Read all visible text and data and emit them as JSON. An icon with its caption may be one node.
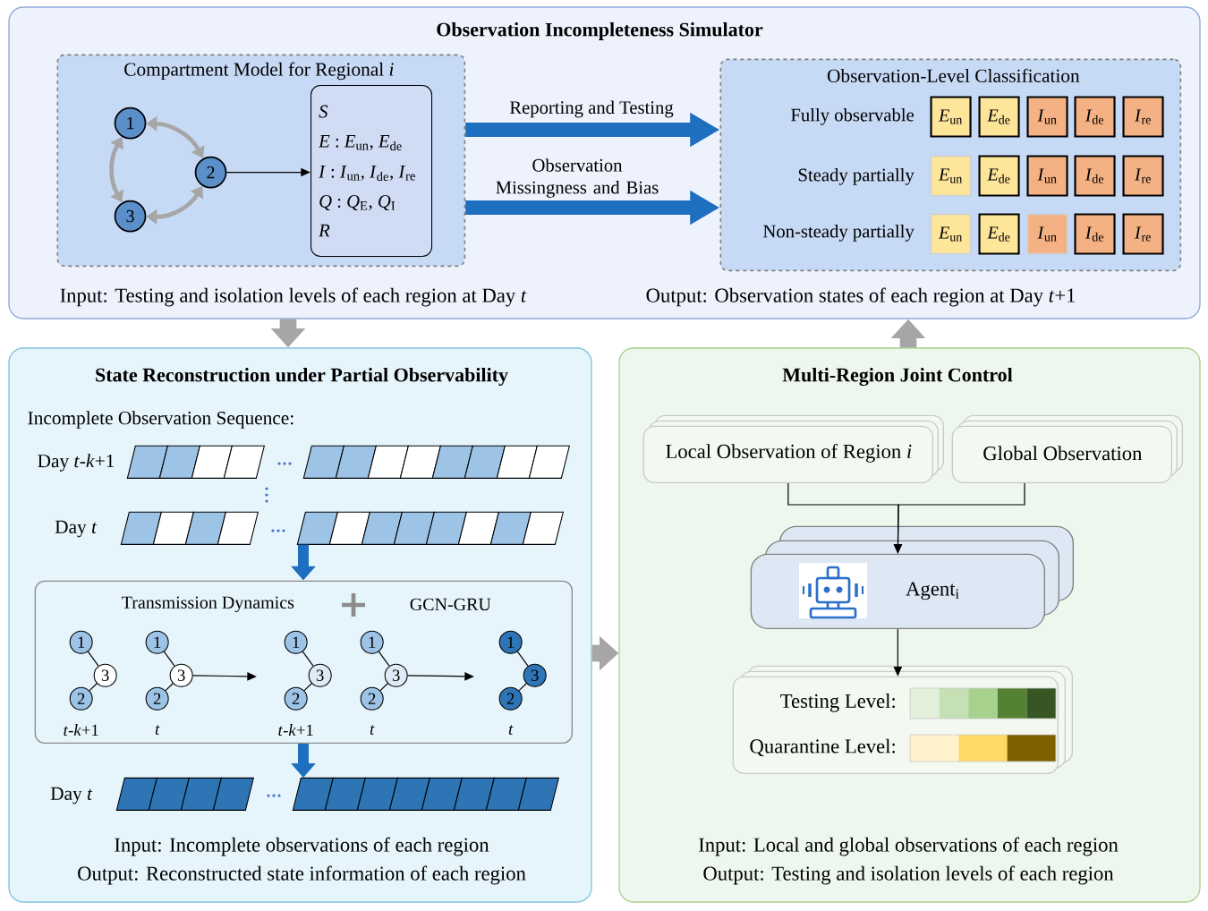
{
  "diagram": {
    "nodes": [
      {
        "text": [
          "Observation Incompleteness Simulator",
          "Input: Testing and isolation levels of each region at Day *t*",
          "Output: Observation states of each region at Day *t*+1"
        ]
      },
      {
        "text": [
          "Compartment Model for Regional *i*"
        ],
        "in": 0
      },
      {
        "text": [
          "1"
        ],
        "in": 1
      },
      {
        "text": [
          "2"
        ],
        "in": 1
      },
      {
        "text": [
          "3"
        ],
        "in": 1
      },
      {
        "text": [
          "S",
          "*E* : *E*$_{un}$, *E*$_{de}$",
          "*I* : *I*$_{un}$, *I*$_{de}$, *I*$_{re}$",
          "*Q* : *Q*$_{E}$, *Q*$_{I}$",
          "R"
        ],
        "in": 1
      },
      {
        "text": [
          "Observation-Level Classification",
          "Fully observable",
          "Steady partially",
          "Non-steady partially"
        ],
        "in": 0
      },
      {
        "text": [
          "*E*$_{un}$"
        ],
        "in": 6
      },
      {
        "text": [
          "*E*$_{de}$"
        ],
        "in": 6
      },
      {
        "text": [
          "*I*$_{un}$"
        ],
        "in": 6
      },
      {
        "text": [
          "*I*$_{de}$"
        ],
        "in": 6
      },
      {
        "text": [
          "*I*$_{re}$"
        ],
        "in": 6
      },
      {
        "text": [
          "*E*$_{un}$"
        ],
        "in": 6
      },
      {
        "text": [
          "*E*$_{de}$"
        ],
        "in": 6
      },
      {
        "text": [
          "*I*$_{un}$"
        ],
        "in": 6
      },
      {
        "text": [
          "*I*$_{de}$"
        ],
        "in": 6
      },
      {
        "text": [
          "*I*$_{re}$"
        ],
        "in": 6
      },
      {
        "text": [
          "*E*$_{un}$"
        ],
        "in": 6
      },
      {
        "text": [
          "*E*$_{de}$"
        ],
        "in": 6
      },
      {
        "text": [
          "*I*$_{un}$"
        ],
        "in": 6
      },
      {
        "text": [
          "*I*$_{de}$"
        ],
        "in": 6
      },
      {
        "text": [
          "*I*$_{re}$"
        ],
        "in": 6
      },
      {
        "text": [
          "State Reconstruction under Partial Observability",
          "Incomplete Observation Sequence:",
          "Input: Incomplete observations of each region",
          "Output: Reconstructed state information of each region"
        ]
      },
      {
        "text": [
          "Transmission Dynamics",
          "GCN-GRU"
        ],
        "in": 22
      },
      {
        "text": [
          "1"
        ],
        "in": 23
      },
      {
        "text": [
          "3"
        ],
        "in": 23
      },
      {
        "text": [
          "2"
        ],
        "in": 23,
        "beside": [
          "*t*-*k*+1"
        ]
      },
      {
        "text": [
          "1"
        ],
        "in": 23
      },
      {
        "text": [
          "3"
        ],
        "in": 23
      },
      {
        "text": [
          "2"
        ],
        "in": 23,
        "beside": [
          "t"
        ]
      },
      {
        "text": [
          "1"
        ],
        "in": 23
      },
      {
        "text": [
          "3"
        ],
        "in": 23
      },
      {
        "text": [
          "2"
        ],
        "in": 23,
        "beside": [
          "*t*-*k*+1"
        ]
      },
      {
        "text": [
          "1"
        ],
        "in": 23
      },
      {
        "text": [
          "3"
        ],
        "in": 23
      },
      {
        "text": [
          "2"
        ],
        "in": 23,
        "beside": [
          "t"
        ]
      },
      {
        "text": [
          "1"
        ],
        "in": 23
      },
      {
        "text": [
          "3"
        ],
        "in": 23
      },
      {
        "text": [
          "2"
        ],
        "in": 23,
        "beside": [
          "t"
        ]
      },
      {
        "text": [
          "Multi-Region Joint Control",
          "Input: Local and global observations of each region",
          "Output: Testing and isolation levels of each region"
        ]
      },
      {
        "text": [
          "Local Observation of Region *i*"
        ],
        "in": 39
      },
      {
        "text": [
          "Global Observation"
        ],
        "in": 39
      },
      {
        "text": [
          "Agent$_{i}$"
        ],
        "in": 39
      },
      {
        "text": [
          "Testing Level:",
          "Quarantine Level:"
        ],
        "in": 39
      },
      {
        "text": [],
        "shape": "bar",
        "in": 22
      },
      {
        "text": [],
        "shape": "bar",
        "in": 22
      },
      {
        "text": [],
        "shape": "bar",
        "in": 22
      },
      {
        "text": [],
        "shape": "bar",
        "in": 22
      },
      {
        "text": [],
        "shape": "bar",
        "in": 22
      },
      {
        "text": [],
        "shape": "bar",
        "in": 22
      }
    ],
    "edges": [
      {
        "from": 2,
        "to": 3,
        "arrow": "both",
        "style": "thick",
        "color": "#a6a6a6"
      },
      {
        "from": 3,
        "to": 4,
        "arrow": "both",
        "style": "thick",
        "color": "#a6a6a6"
      },
      {
        "from": 4,
        "to": 2,
        "arrow": "both",
        "style": "thick",
        "color": "#a6a6a6"
      },
      {
        "from": 3,
        "to": 5,
        "arrow": "to"
      },
      {
        "from": 1,
        "to": 6,
        "arrow": "to",
        "label": "Reporting and Testing",
        "style": "thick",
        "color": "#1f6fc0"
      },
      {
        "from": 1,
        "to": 6,
        "arrow": "to",
        "label": "Observation Missingness and Bias",
        "style": "thick",
        "color": "#1f6fc0"
      },
      {
        "from": 0,
        "to": 22,
        "arrow": "to",
        "style": "thick",
        "color": "#a6a6a6"
      },
      {
        "from": 22,
        "to": 39,
        "arrow": "to",
        "style": "thick",
        "color": "#a6a6a6"
      },
      {
        "from": 39,
        "to": 0,
        "arrow": "to",
        "style": "thick",
        "color": "#a6a6a6"
      },
      {
        "from": 47,
        "to": 23,
        "arrow": "to",
        "style": "thick",
        "color": "#1f6fc0"
      },
      {
        "from": 23,
        "to": 49,
        "arrow": "to",
        "style": "thick",
        "color": "#1f6fc0"
      },
      {
        "from": 24,
        "to": 25,
        "arrow": "none"
      },
      {
        "from": 26,
        "to": 25,
        "arrow": "none"
      },
      {
        "from": 27,
        "to": 28,
        "arrow": "none"
      },
      {
        "from": 29,
        "to": 28,
        "arrow": "none"
      },
      {
        "from": 30,
        "to": 31,
        "arrow": "none"
      },
      {
        "from": 32,
        "to": 31,
        "arrow": "none"
      },
      {
        "from": 33,
        "to": 34,
        "arrow": "none"
      },
      {
        "from": 35,
        "to": 34,
        "arrow": "none"
      },
      {
        "from": 36,
        "to": 37,
        "arrow": "none"
      },
      {
        "from": 38,
        "to": 37,
        "arrow": "none"
      },
      {
        "from": 28,
        "to": null,
        "arrow": "to"
      },
      {
        "from": 34,
        "to": null,
        "arrow": "to"
      },
      {
        "from": 40,
        "to": 42,
        "arrow": "to"
      },
      {
        "from": 41,
        "to": 42,
        "arrow": "to"
      },
      {
        "from": 42,
        "to": 43,
        "arrow": "to"
      }
    ],
    "labels": [
      "Day *t*-*k*+1",
      "Day *t*",
      "Day *t*"
    ]
  }
}
